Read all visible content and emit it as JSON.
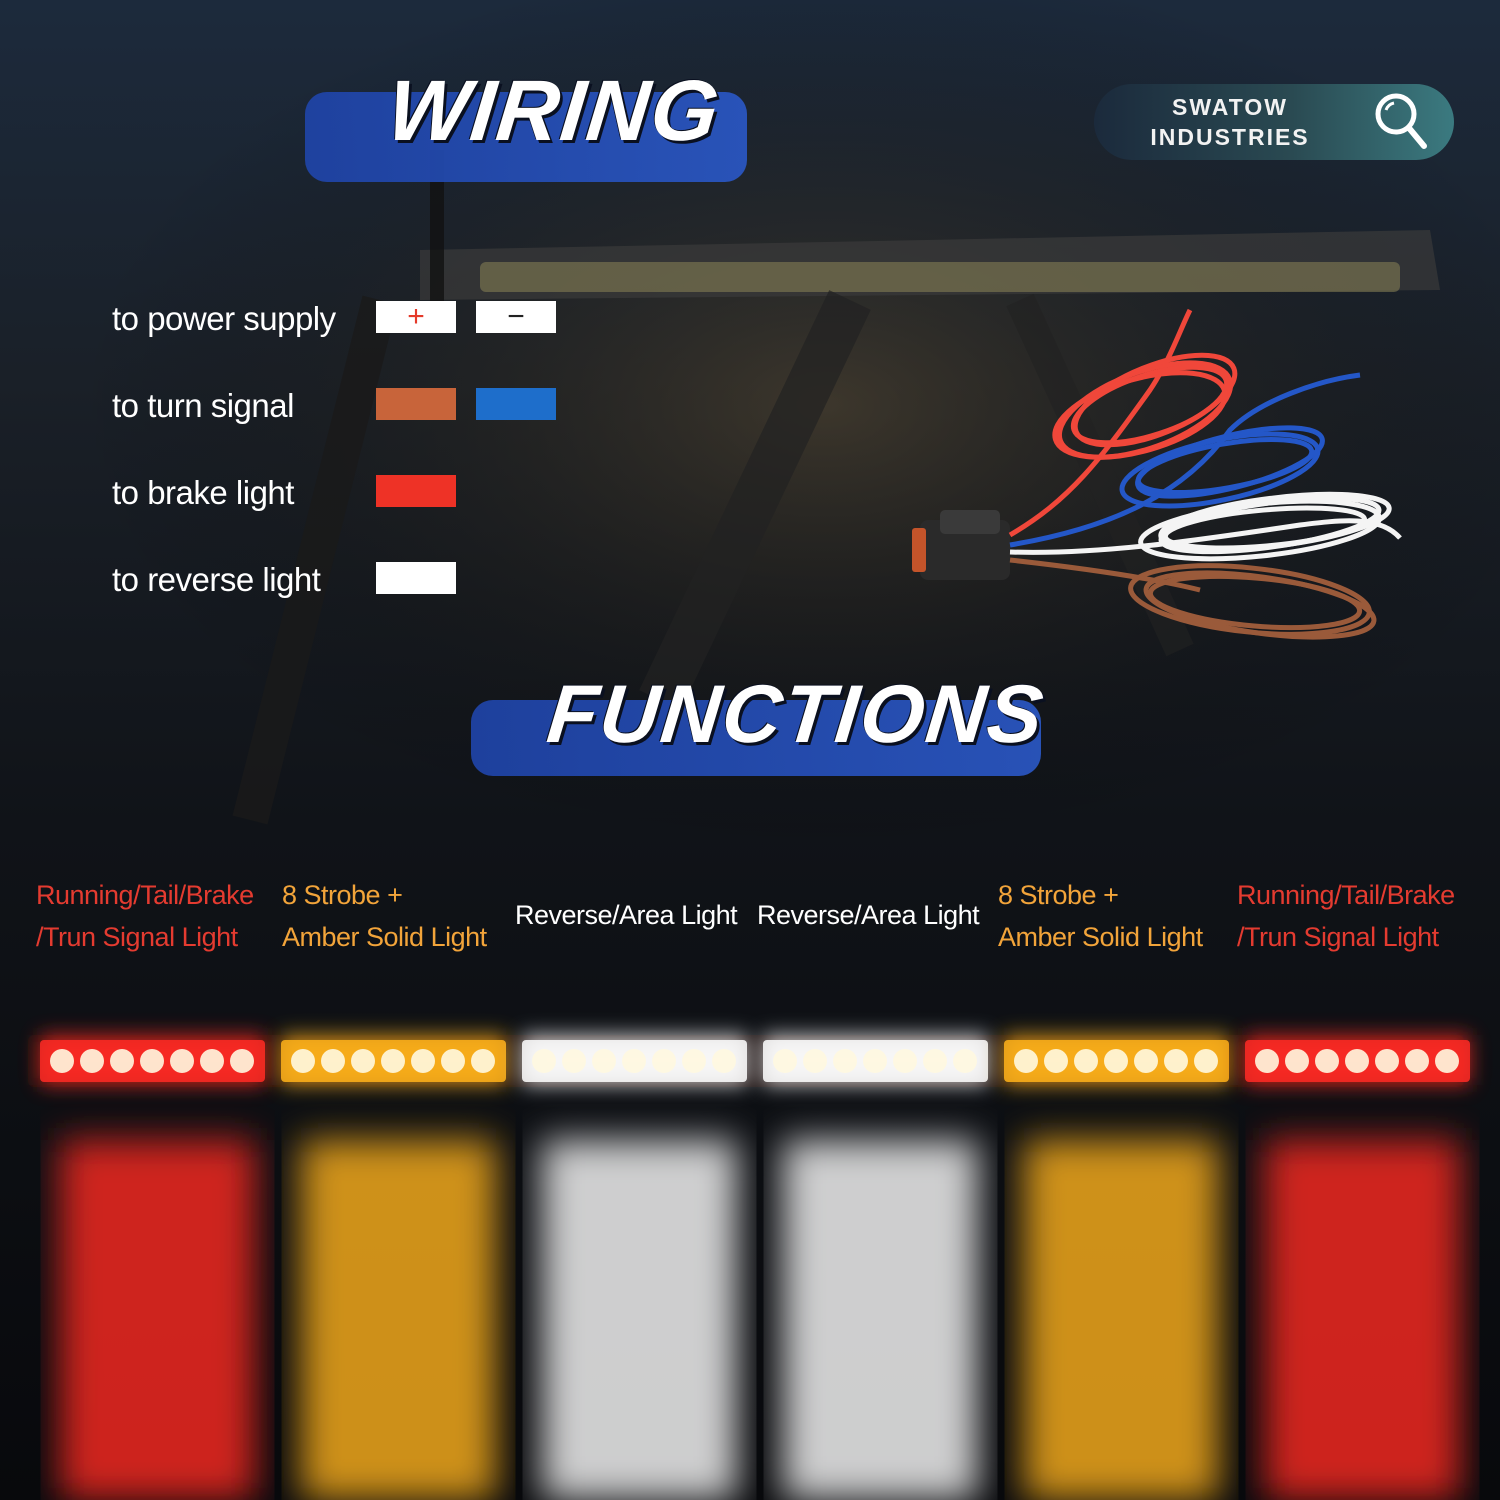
{
  "header": {
    "wiring_title": "WIRING",
    "functions_title": "FUNCTIONS"
  },
  "brand": {
    "line1": "SWATOW",
    "line2": "INDUSTRIES",
    "icon": "magnifier-icon"
  },
  "wiring": [
    {
      "label": "to power supply",
      "swatches": [
        {
          "color": "#ffffff",
          "symbol": "+",
          "symbol_color": "#e53a2a"
        },
        {
          "color": "#ffffff",
          "symbol": "−",
          "symbol_color": "#222222"
        }
      ]
    },
    {
      "label": "to turn signal",
      "swatches": [
        {
          "color": "#c8643a"
        },
        {
          "color": "#1e6ecb"
        }
      ]
    },
    {
      "label": "to brake light",
      "swatches": [
        {
          "color": "#ee3226"
        }
      ]
    },
    {
      "label": "to reverse light",
      "swatches": [
        {
          "color": "#ffffff"
        }
      ]
    }
  ],
  "functions": [
    {
      "line1": "Running/Tail/Brake",
      "line2": "/Trun Signal Light",
      "color": "#e43b30",
      "light": "#ff2a24"
    },
    {
      "line1": "8 Strobe +",
      "line2": "Amber Solid Light",
      "color": "#f2a43a",
      "light": "#ffb21a"
    },
    {
      "line1": "Reverse/Area Light",
      "line2": "",
      "color": "#ffffff",
      "light": "#ffffff"
    },
    {
      "line1": "Reverse/Area Light",
      "line2": "",
      "color": "#ffffff",
      "light": "#ffffff"
    },
    {
      "line1": "8 Strobe +",
      "line2": "Amber Solid Light",
      "color": "#f2a43a",
      "light": "#ffb21a"
    },
    {
      "line1": "Running/Tail/Brake",
      "line2": "/Trun Signal Light",
      "color": "#e43b30",
      "light": "#ff2a24"
    }
  ],
  "wire_colors": {
    "red": "#f0473a",
    "blue": "#2457c8",
    "white": "#f4f4f4",
    "brown": "#9a5a3a"
  }
}
